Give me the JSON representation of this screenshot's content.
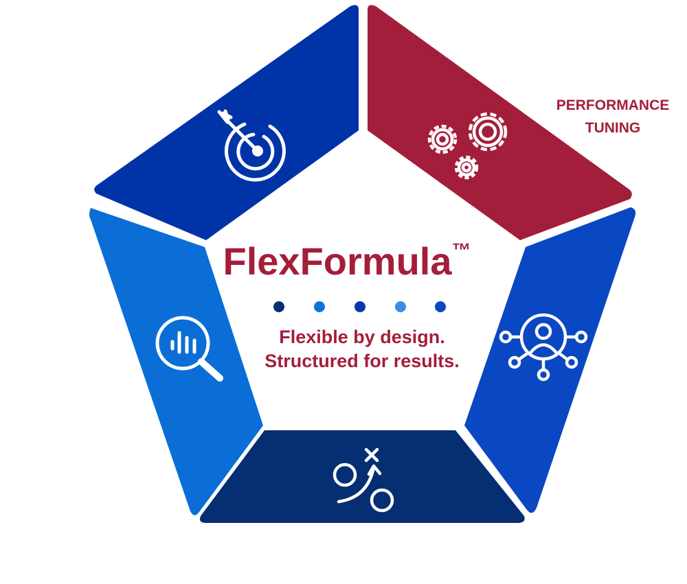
{
  "title": {
    "brand": "FlexFormula",
    "trademark": "™"
  },
  "tagline": {
    "line1": "Flexible by design.",
    "line2": "Structured for results."
  },
  "segments": [
    {
      "id": "top-left",
      "icon": "target-icon",
      "color": "#0033A8"
    },
    {
      "id": "top-right",
      "icon": "gears-icon",
      "color": "#A31E3A",
      "label_line1": "PERFORMANCE",
      "label_line2": "TUNING"
    },
    {
      "id": "right",
      "icon": "user-network-icon",
      "color": "#0A47C2"
    },
    {
      "id": "bottom",
      "icon": "strategy-play-icon",
      "color": "#062E72"
    },
    {
      "id": "left",
      "icon": "analytics-search-icon",
      "color": "#0B6ED7"
    }
  ],
  "dots": [
    "#082F78",
    "#0D72DC",
    "#0A36AA",
    "#3D8CE4",
    "#0A47C2"
  ],
  "colors": {
    "accent_red": "#A31E3A",
    "background": "#ffffff"
  }
}
